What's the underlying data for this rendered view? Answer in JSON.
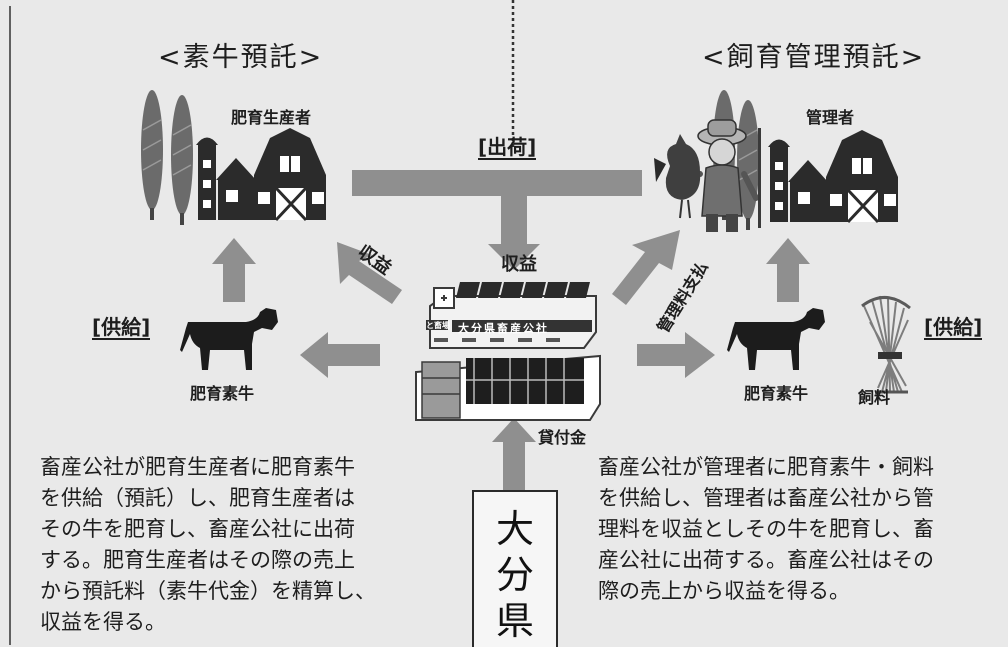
{
  "sections": {
    "left_title": "<素牛預託>",
    "right_title": "<飼育管理預託>"
  },
  "labels": {
    "fattening_producer": "肥育生産者",
    "manager": "管理者",
    "shipment": "[出荷]",
    "profit_left": "収益",
    "profit_center": "収益",
    "management_fee": "管理料支払",
    "supply_left": "[供給]",
    "supply_right": "[供給]",
    "fattening_calf_left": "肥育素牛",
    "fattening_calf_right": "肥育素牛",
    "feed": "飼料",
    "loan": "貸付金",
    "company_sign": "大分県畜産公社",
    "company_small": "と畜場"
  },
  "prefecture": {
    "char1": "大",
    "char2": "分",
    "char3": "県"
  },
  "descriptions": {
    "left": "畜産公社が肥育生産者に肥育素牛\nを供給（預託）し、肥育生産者は\nその牛を肥育し、畜産公社に出荷\nする。肥育生産者はその際の売上\nから預託料（素牛代金）を精算し、\n収益を得る。",
    "right": "畜産公社が管理者に肥育素牛・飼料\nを供給し、管理者は畜産公社から管\n理料を収益としその牛を肥育し、畜\n産公社に出荷する。畜産公社はその\n際の売上から収益を得る。"
  },
  "colors": {
    "background": "#e9e9e9",
    "arrow": "#8f8f8f",
    "text": "#1e1e1e",
    "barn": "#2b2b2b",
    "tree": "#6b6b6b"
  },
  "icons": [
    "tree-icon",
    "barn-icon",
    "farmer-icon",
    "cow-icon",
    "feed-bundle-icon",
    "company-building-icon"
  ]
}
